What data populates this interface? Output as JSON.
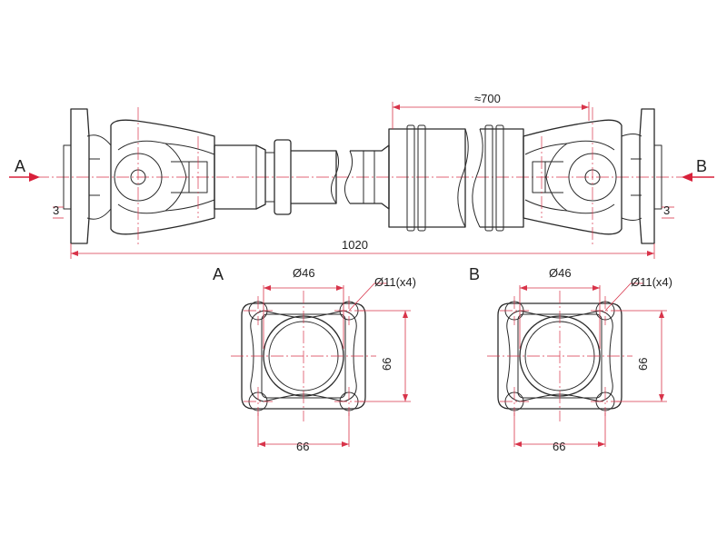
{
  "shaft": {
    "overall_length": "1020",
    "slide_length": "≈700",
    "left_offset": "3",
    "right_offset": "3"
  },
  "view_arrows": {
    "left_label": "A",
    "right_label": "B"
  },
  "flange_views": [
    {
      "label": "A",
      "bore": "Ø46",
      "holes": "Ø11(x4)",
      "width": "66",
      "height": "66"
    },
    {
      "label": "B",
      "bore": "Ø46",
      "holes": "Ø11(x4)",
      "width": "66",
      "height": "66"
    }
  ],
  "colors": {
    "outline": "#2a2a2a",
    "dimension": "#d8344a",
    "arrow": "#d8203a"
  }
}
